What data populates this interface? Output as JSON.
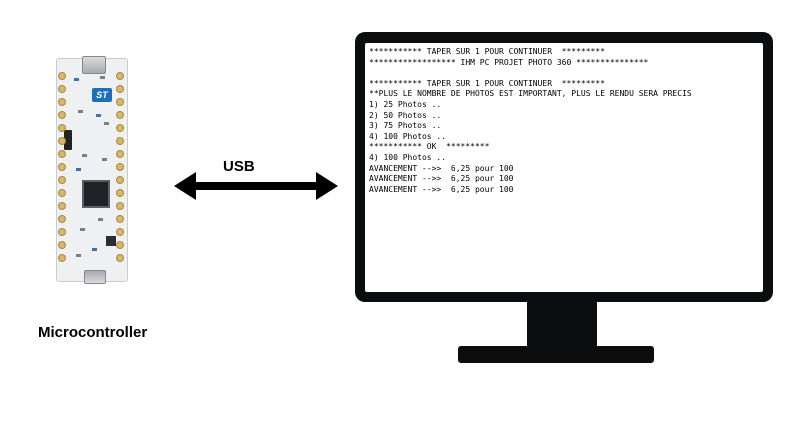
{
  "labels": {
    "usb": "USB",
    "microcontroller": "Microcontroller"
  },
  "board": {
    "logo": "ST"
  },
  "terminal": {
    "lines": [
      "*********** TAPER SUR 1 POUR CONTINUER  *********",
      "****************** IHM PC PROJET PHOTO 360 ***************",
      "",
      "*********** TAPER SUR 1 POUR CONTINUER  *********",
      "**PLUS LE NOMBRE DE PHOTOS EST IMPORTANT, PLUS LE RENDU SERA PRECIS",
      "1) 25 Photos ..",
      "2) 50 Photos ..",
      "3) 75 Photos ..",
      "4) 100 Photos ..",
      "*********** OK  *********",
      "4) 100 Photos ..",
      "AVANCEMENT -->>  6,25 pour 100",
      "AVANCEMENT -->>  6,25 pour 100",
      "AVANCEMENT -->>  6,25 pour 100"
    ]
  },
  "colors": {
    "monitor": "#0c0d0f",
    "screen": "#ffffff",
    "pcb": "#eef0f2",
    "st_blue": "#1e6fb8"
  }
}
